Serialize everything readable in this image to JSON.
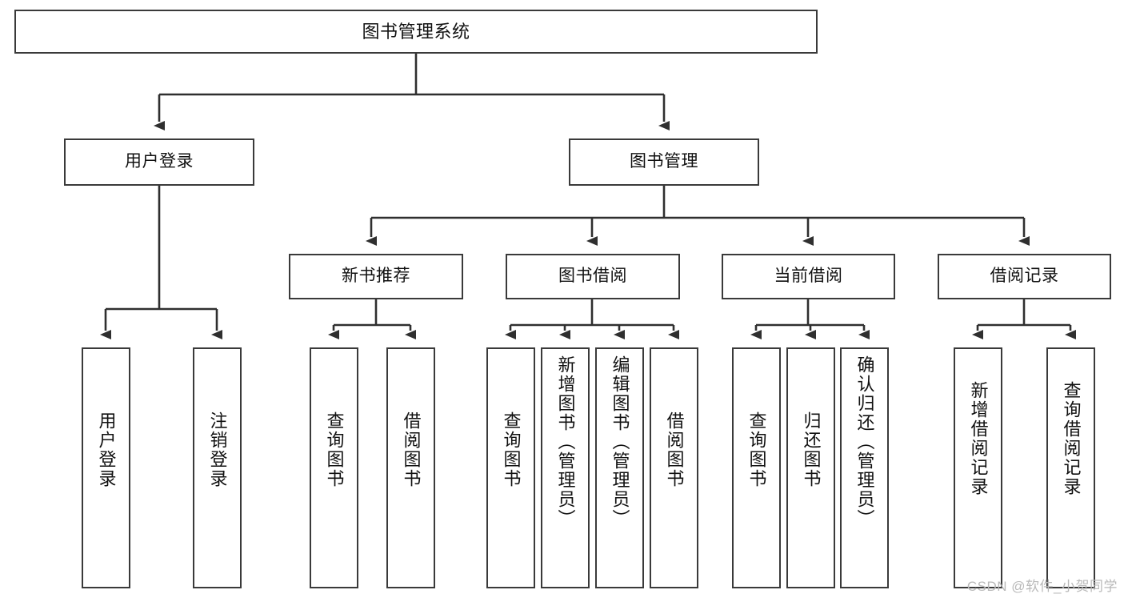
{
  "diagram": {
    "type": "tree-hierarchy",
    "title": "图书管理系统",
    "watermark": "CSDN @软件_小贺同学",
    "colors": {
      "box_stroke": "#3a3a3a",
      "box_fill": "#ffffff",
      "edge": "#2f2f2f",
      "text": "#111111",
      "watermark": "#b9b9b9",
      "background": "#ffffff"
    },
    "nodes": {
      "root": {
        "label": "图书管理系统",
        "level": 0,
        "orientation": "horizontal"
      },
      "user_login": {
        "label": "用户登录",
        "level": 1,
        "orientation": "horizontal"
      },
      "book_manage": {
        "label": "图书管理",
        "level": 1,
        "orientation": "horizontal"
      },
      "new_book_rec": {
        "label": "新书推荐",
        "level": 2,
        "orientation": "horizontal"
      },
      "book_borrow": {
        "label": "图书借阅",
        "level": 2,
        "orientation": "horizontal"
      },
      "current_borrow": {
        "label": "当前借阅",
        "level": 2,
        "orientation": "horizontal"
      },
      "borrow_record": {
        "label": "借阅记录",
        "level": 2,
        "orientation": "horizontal"
      },
      "leaf_user_login": {
        "label": "用户登录",
        "level": 2,
        "orientation": "vertical"
      },
      "leaf_logout": {
        "label": "注销登录",
        "level": 2,
        "orientation": "vertical"
      },
      "leaf_query_book_1": {
        "label": "查询图书",
        "level": 3,
        "orientation": "vertical"
      },
      "leaf_borrow_book_1": {
        "label": "借阅图书",
        "level": 3,
        "orientation": "vertical"
      },
      "leaf_query_book_2": {
        "label": "查询图书",
        "level": 3,
        "orientation": "vertical"
      },
      "leaf_add_book": {
        "label": "新增图书（管理员）",
        "level": 3,
        "orientation": "vertical"
      },
      "leaf_edit_book": {
        "label": "编辑图书（管理员）",
        "level": 3,
        "orientation": "vertical"
      },
      "leaf_borrow_book_2": {
        "label": "借阅图书",
        "level": 3,
        "orientation": "vertical"
      },
      "leaf_query_book_3": {
        "label": "查询图书",
        "level": 3,
        "orientation": "vertical"
      },
      "leaf_return_book": {
        "label": "归还图书",
        "level": 3,
        "orientation": "vertical"
      },
      "leaf_confirm_return": {
        "label": "确认归还（管理员）",
        "level": 3,
        "orientation": "vertical"
      },
      "leaf_add_record": {
        "label": "新增借阅记录",
        "level": 3,
        "orientation": "vertical"
      },
      "leaf_query_record": {
        "label": "查询借阅记录",
        "level": 3,
        "orientation": "vertical"
      }
    },
    "edges": [
      {
        "from": "root",
        "to": "user_login"
      },
      {
        "from": "root",
        "to": "book_manage"
      },
      {
        "from": "user_login",
        "to": "leaf_user_login"
      },
      {
        "from": "user_login",
        "to": "leaf_logout"
      },
      {
        "from": "book_manage",
        "to": "new_book_rec"
      },
      {
        "from": "book_manage",
        "to": "book_borrow"
      },
      {
        "from": "book_manage",
        "to": "current_borrow"
      },
      {
        "from": "book_manage",
        "to": "borrow_record"
      },
      {
        "from": "new_book_rec",
        "to": "leaf_query_book_1"
      },
      {
        "from": "new_book_rec",
        "to": "leaf_borrow_book_1"
      },
      {
        "from": "book_borrow",
        "to": "leaf_query_book_2"
      },
      {
        "from": "book_borrow",
        "to": "leaf_add_book"
      },
      {
        "from": "book_borrow",
        "to": "leaf_edit_book"
      },
      {
        "from": "book_borrow",
        "to": "leaf_borrow_book_2"
      },
      {
        "from": "current_borrow",
        "to": "leaf_query_book_3"
      },
      {
        "from": "current_borrow",
        "to": "leaf_return_book"
      },
      {
        "from": "current_borrow",
        "to": "leaf_confirm_return"
      },
      {
        "from": "borrow_record",
        "to": "leaf_add_record"
      },
      {
        "from": "borrow_record",
        "to": "leaf_query_record"
      }
    ]
  }
}
